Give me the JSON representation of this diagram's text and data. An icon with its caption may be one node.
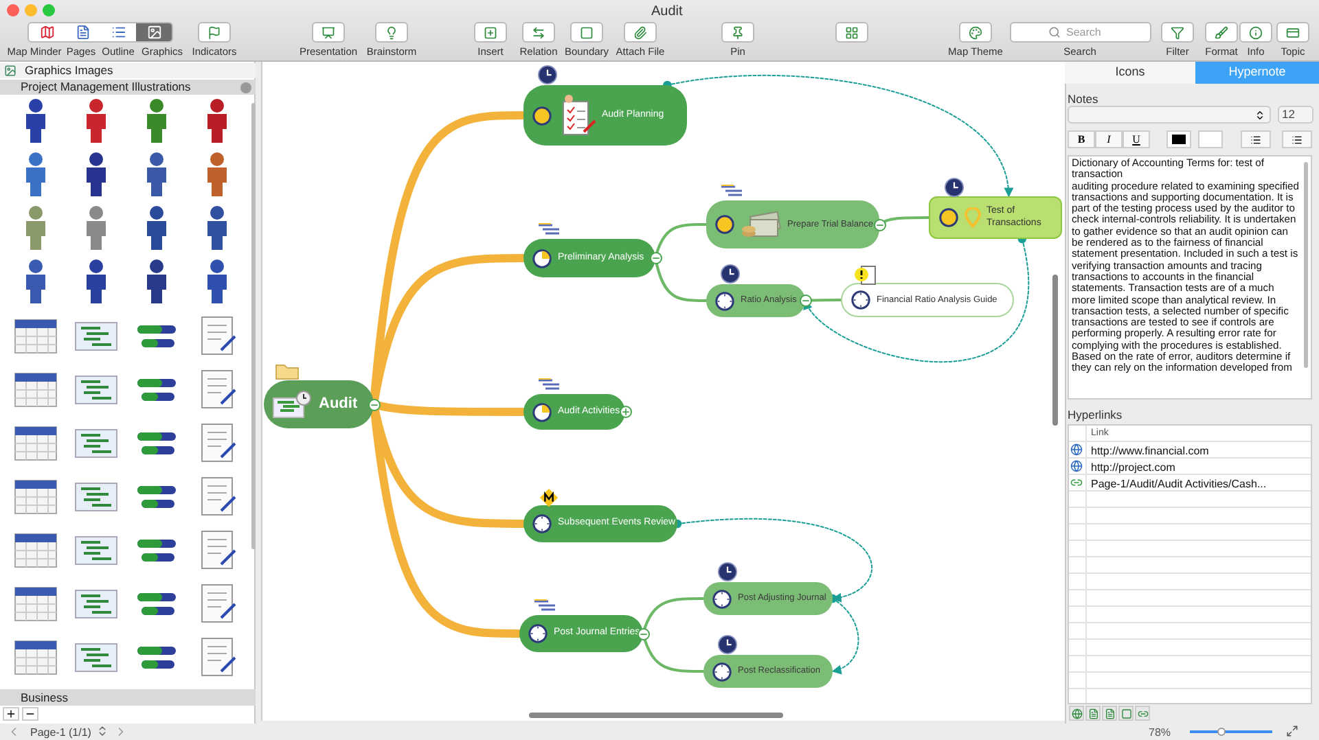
{
  "diagram": {
    "title": "Audit",
    "nodes": [
      {
        "text": [
          "Audit"
        ]
      },
      {
        "text": [
          "Audit Planning"
        ]
      },
      {
        "text": [
          "Preliminary Analysis"
        ]
      },
      {
        "text": [
          "Prepare Trial Balance"
        ]
      },
      {
        "text": [
          "Test of Transactions"
        ]
      },
      {
        "text": [
          "Ratio Analysis"
        ]
      },
      {
        "text": [
          "Financial Ratio Analysis Guide"
        ]
      },
      {
        "text": [
          "Audit Activities"
        ]
      },
      {
        "text": [
          "Subsequent Events Review"
        ]
      },
      {
        "text": [
          "Post Journal Entries"
        ]
      },
      {
        "text": [
          "Post Adjusting Journal"
        ]
      },
      {
        "text": [
          "Post Reclassification"
        ]
      }
    ],
    "edges": [
      {
        "from": 0,
        "to": 1,
        "arrow": "none",
        "style": "thick",
        "color": "#f3b23a"
      },
      {
        "from": 0,
        "to": 2,
        "arrow": "none",
        "style": "thick",
        "color": "#f3b23a"
      },
      {
        "from": 0,
        "to": 7,
        "arrow": "none",
        "style": "thick",
        "color": "#f3b23a"
      },
      {
        "from": 0,
        "to": 8,
        "arrow": "none",
        "style": "thick",
        "color": "#f3b23a"
      },
      {
        "from": 0,
        "to": 9,
        "arrow": "none",
        "style": "thick",
        "color": "#f3b23a"
      },
      {
        "from": 2,
        "to": 3,
        "arrow": "none"
      },
      {
        "from": 2,
        "to": 5,
        "arrow": "none"
      },
      {
        "from": 3,
        "to": 4,
        "arrow": "none"
      },
      {
        "from": 5,
        "to": 6,
        "arrow": "none"
      },
      {
        "from": 9,
        "to": 10,
        "arrow": "none"
      },
      {
        "from": 9,
        "to": 11,
        "arrow": "none"
      },
      {
        "from": 1,
        "to": 4,
        "arrow": "to",
        "style": "dashed",
        "color": "#1a9e95"
      },
      {
        "from": 4,
        "to": 5,
        "arrow": "to",
        "style": "dashed",
        "color": "#1a9e95"
      },
      {
        "from": 8,
        "to": 10,
        "arrow": "to",
        "style": "dashed",
        "color": "#1a9e95"
      },
      {
        "from": 10,
        "to": 11,
        "arrow": "to",
        "style": "dashed",
        "color": "#1a9e95"
      }
    ],
    "labels": [
      "Map Minder",
      "Pages",
      "Outline",
      "Graphics",
      "Indicators",
      "Presentation",
      "Brainstorm",
      "Insert",
      "Relation",
      "Boundary",
      "Attach File",
      "Pin",
      "Map Theme",
      "Search",
      "Search",
      "Filter",
      "Format",
      "Info",
      "Topic",
      "Graphics Images",
      "Project Management Illustrations",
      "Business",
      "Page-1 (1/1)",
      "Icons",
      "Hypernote",
      "Notes",
      "12",
      "B",
      "I",
      "U",
      "Dictionary of Accounting Terms for: test of transaction",
      "auditing procedure related to examining specified transactions and supporting documentation. It is part of the testing process used by the auditor to check internal-controls reliability. It is undertaken to gather evidence so that an audit opinion can be rendered as to the fairness of financial statement presentation. Included in such a test is verifying transaction amounts and tracing transactions to accounts in the financial statements. Transaction tests are of a much more limited scope than analytical review. In transaction tests, a selected number of specific transactions are tested to see if controls are performing properly. A resulting error rate for complying with the procedures is established. Based on the rate of error, auditors determine if they can rely on the information developed from",
      "Hyperlinks",
      "Link",
      "http://www.financial.com",
      "http://project.com",
      "Page-1/Audit/Audit Activities/Cash...",
      "78%"
    ]
  }
}
